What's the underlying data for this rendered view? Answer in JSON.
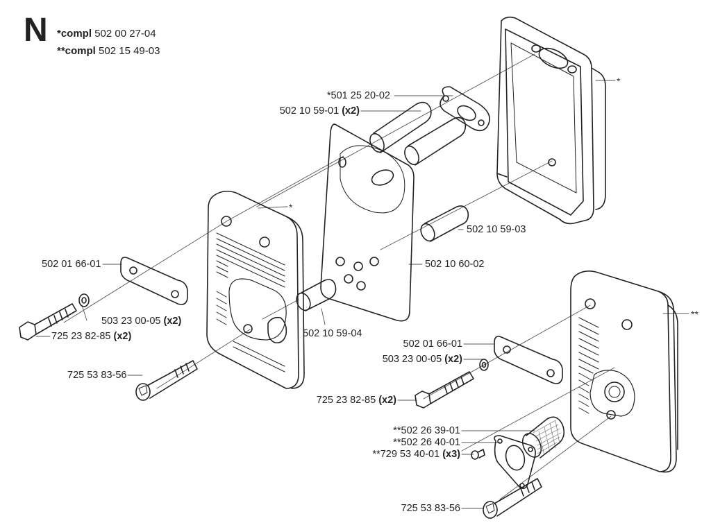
{
  "header": {
    "section_letter": "N",
    "compl_1_prefix": "*compl",
    "compl_1_number": "502 00 27-04",
    "compl_2_prefix": "**compl",
    "compl_2_number": "502 15 49-03"
  },
  "labels": {
    "gasket_upper": "*501 25 20-02",
    "spacer_upper": "502 10 59-01",
    "spacer_upper_qty": "(x2)",
    "spacer_right": "502 10 59-03",
    "plate": "502 10 60-02",
    "spacer_lower": "502 10 59-04",
    "bracket_left": "502 01 66-01",
    "washer_left": "503 23 00-05",
    "washer_left_qty": "(x2)",
    "bolt_left": "725 23 82-85",
    "bolt_left_qty": "(x2)",
    "screw_left": "725 53 83-56",
    "bracket_right": "502 01 66-01",
    "washer_right": "503 23 00-05",
    "washer_right_qty": "(x2)",
    "bolt_right": "725 23 82-85",
    "bolt_right_qty": "(x2)",
    "screen": "**502 26 39-01",
    "deflector": "**502 26 40-01",
    "small_screw": "**729 53 40-01",
    "small_screw_qty": "(x3)",
    "screw_right": "725 53 83-56"
  },
  "markers": {
    "muffler_back_star": "*",
    "muffler_front_star": "*",
    "muffler_complete_stars": "**"
  }
}
